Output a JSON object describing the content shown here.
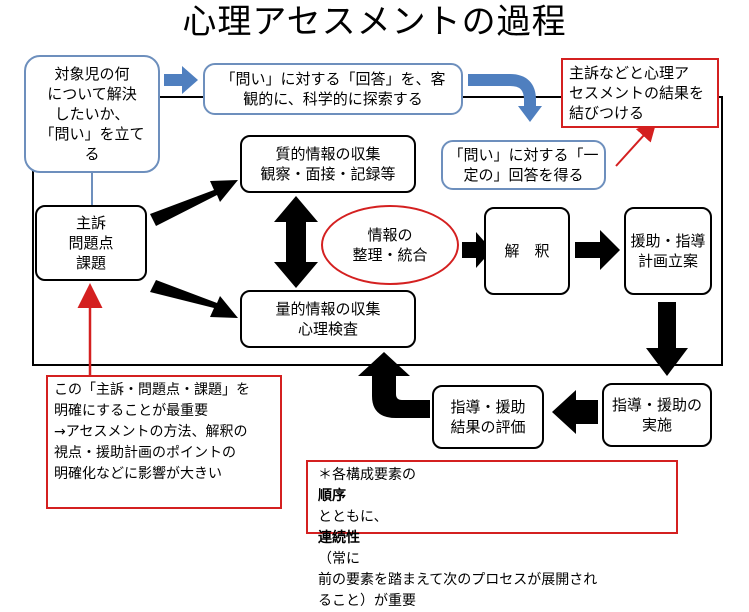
{
  "title": "心理アセスメントの過程",
  "notes": {
    "question_setup": [
      "対象児の何",
      "について解決",
      "したいか、",
      "「問い」を立て",
      "る"
    ],
    "objective_answer": [
      "「問い」に対する「回答」を、客",
      "観的に、科学的に探索する"
    ],
    "link_results": [
      "主訴などと心理ア",
      "セスメントの結果を",
      "結びつける"
    ],
    "definite_answer": [
      "「問い」に対する「一",
      "定の」回答を得る"
    ]
  },
  "steps": {
    "chief_complaint": [
      "主訴",
      "問題点",
      "課題"
    ],
    "qualitative": [
      "質的情報の収集",
      "観察・面接・記録等"
    ],
    "quantitative": [
      "量的情報の収集",
      "心理検査"
    ],
    "integration": [
      "情報の",
      "整理・統合"
    ],
    "interpretation": "解　釈",
    "plan": [
      "援助・指導",
      "計画立案"
    ],
    "implementation": [
      "指導・援助の",
      "実施"
    ],
    "evaluation": [
      "指導・援助",
      "結果の評価"
    ]
  },
  "callouts": {
    "importance": [
      "この「主訴・問題点・課題」を",
      "明確にすることが最重要",
      "→アセスメントの方法、解釈の",
      "視点・援助計画のポイントの",
      "明確化などに影響が大きい"
    ],
    "sequence": {
      "prefix": "＊各構成要素の",
      "bold1": "順序",
      "mid": "とともに、",
      "bold2": "連続性",
      "rest1": "（常に",
      "line2": "前の要素を踏まえて次のプロセスが展開され",
      "line3": "ること）が重要"
    }
  },
  "colors": {
    "red": "#d42020",
    "blue_border": "#6d8fbd",
    "blue_arrow": "#4f7fbf"
  }
}
